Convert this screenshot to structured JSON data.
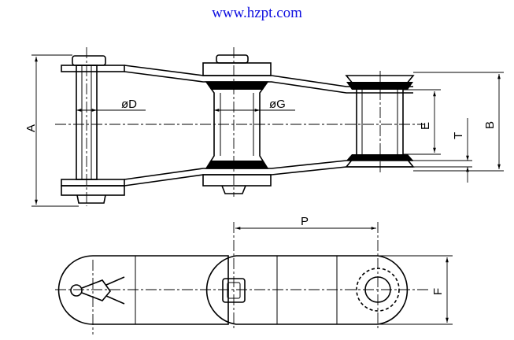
{
  "header": {
    "url": "www.hzpt.com"
  },
  "labels": {
    "A": "A",
    "B": "B",
    "E": "E",
    "T": "T",
    "D": "øD",
    "G": "øG",
    "P": "P",
    "F": "F"
  }
}
